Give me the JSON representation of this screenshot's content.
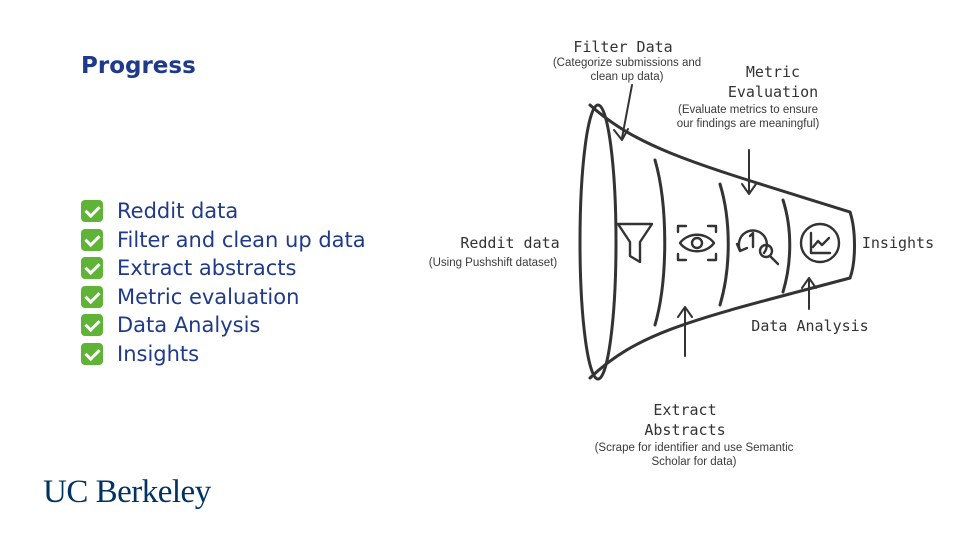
{
  "slide": {
    "title": "Progress",
    "brand": "UC Berkeley"
  },
  "checklist": {
    "items": [
      {
        "label": "Reddit data",
        "checked": true
      },
      {
        "label": "Filter and clean up data",
        "checked": true
      },
      {
        "label": "Extract abstracts",
        "checked": true
      },
      {
        "label": "Metric evaluation",
        "checked": true
      },
      {
        "label": "Data Analysis",
        "checked": true
      },
      {
        "label": "Insights",
        "checked": true
      }
    ]
  },
  "diagram": {
    "input": {
      "title": "Reddit data",
      "note": "(Using Pushshift dataset)"
    },
    "output": {
      "title": "Insights"
    },
    "filter": {
      "title": "Filter Data",
      "note1": "(Categorize submissions and",
      "note2": "clean up data)"
    },
    "metric": {
      "title1": "Metric",
      "title2": "Evaluation",
      "note1": "(Evaluate metrics to ensure",
      "note2": "our findings are meaningful)"
    },
    "analysis": {
      "title": "Data Analysis"
    },
    "extract": {
      "title1": "Extract",
      "title2": "Abstracts",
      "note1": "(Scrape for identifier and use Semantic",
      "note2": "Scholar for data)"
    },
    "stage_icons": [
      "funnel-icon",
      "eye-icon",
      "refresh-search-icon",
      "line-chart-icon"
    ]
  },
  "colors": {
    "title_text": "#1f3a8a",
    "list_text": "#1f3a8a",
    "check_green": "#5fb336",
    "brand_blue": "#003262",
    "diagram_ink": "#333333"
  }
}
